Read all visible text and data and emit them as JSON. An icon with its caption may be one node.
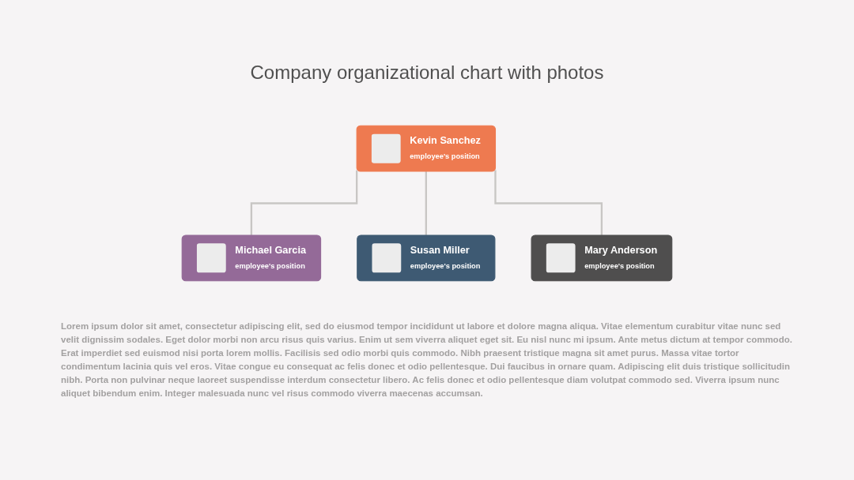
{
  "diagram": {
    "title": "Company organizational chart with photos",
    "nodes": [
      {
        "text": [
          "Kevin Sanchez",
          "employee's position"
        ]
      },
      {
        "text": [
          "Michael Garcia",
          "employee's position"
        ]
      },
      {
        "text": [
          "Susan Miller",
          "employee's position"
        ]
      },
      {
        "text": [
          "Mary Anderson",
          "employee's position"
        ]
      }
    ],
    "edges": [
      {
        "from": 0,
        "to": 1,
        "arrow": "none"
      },
      {
        "from": 0,
        "to": 2,
        "arrow": "none"
      },
      {
        "from": 0,
        "to": 3,
        "arrow": "none"
      }
    ],
    "labels": [
      "Lorem ipsum dolor sit amet, consectetur adipiscing elit, sed do eiusmod tempor incididunt ut labore et dolore magna aliqua. Vitae elementum curabitur vitae nunc sed velit dignissim sodales. Eget dolor morbi non arcu risus quis varius. Enim ut sem viverra aliquet eget sit. Eu nisl nunc mi ipsum. Ante metus dictum at tempor commodo. Erat imperdiet sed euismod nisi porta lorem mollis. Facilisis sed odio morbi quis commodo. Nibh praesent tristique magna sit amet purus. Massa vitae tortor condimentum lacinia quis vel eros. Vitae congue eu consequat ac felis donec et odio pellentesque. Dui faucibus in ornare quam. Adipiscing elit duis tristique sollicitudin nibh. Porta non pulvinar neque laoreet suspendisse interdum consectetur libero. Ac felis donec et odio pellentesque diam volutpat commodo sed. Viverra ipsum nunc aliquet bibendum enim. Integer malesuada nunc vel risus commodo viverra maecenas accumsan."
    ]
  }
}
